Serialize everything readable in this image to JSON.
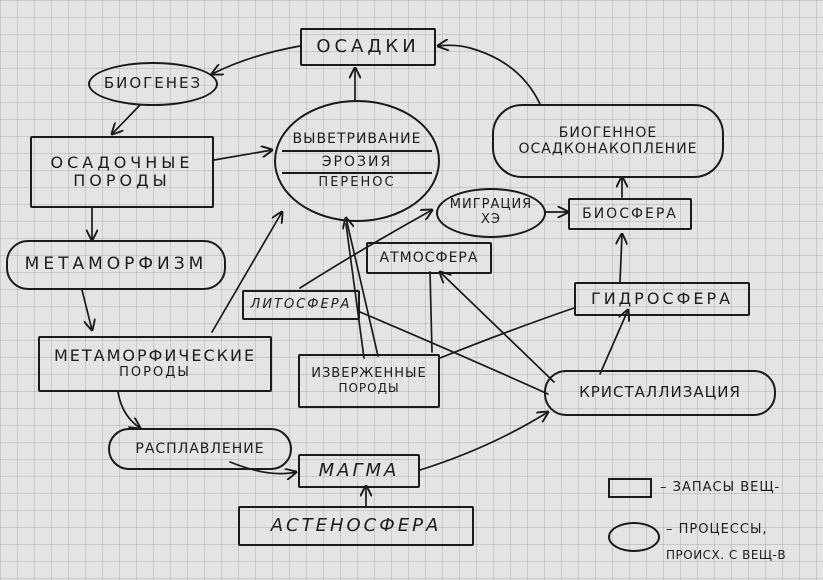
{
  "nodes": {
    "osadki": "ОСАДКИ",
    "biogenez": "БИОГЕНЕЗ",
    "osadochnye_1": "ОСАДОЧНЫЕ",
    "osadochnye_2": "ПОРОДЫ",
    "vyvetrivanie": "ВЫВЕТРИВАНИЕ",
    "eroziya": "ЭРОЗИЯ",
    "perenos": "ПЕРЕНОС",
    "biogennoe_1": "БИОГЕННОЕ",
    "biogennoe_2": "ОСАДКОНАКОПЛЕНИЕ",
    "migratsiya_1": "МИГРАЦИЯ",
    "migratsiya_2": "ХЭ",
    "biosfera": "БИОСФЕРА",
    "metamorfizm": "МЕТАМОРФИЗМ",
    "atmosfera": "АТМОСФЕРА",
    "gidrosfera": "ГИДРОСФЕРА",
    "litosfera": "ЛИТОСФЕРА",
    "metamorficheskie_1": "МЕТАМОРФИЧЕСКИЕ",
    "metamorficheskie_2": "ПОРОДЫ",
    "izverzhennye_1": "ИЗВЕРЖЕННЫЕ",
    "izverzhennye_2": "ПОРОДЫ",
    "kristallizatsiya": "КРИСТАЛЛИЗАЦИЯ",
    "rasplavlenie": "РАСПЛАВЛЕНИЕ",
    "magma": "МАГМА",
    "astenosfera": "АСТЕНОСФЕРА"
  },
  "legend": {
    "stocks_label": "– ЗАПАСЫ ВЕЩ-",
    "process_label_1": "– ПРОЦЕССЫ,",
    "process_label_2": "ПРОИСХ. С ВЕЩ-В"
  },
  "colors": {
    "ink": "#1a1a1a",
    "grid": "#8a94a8",
    "paper": "#e4e4e2"
  }
}
